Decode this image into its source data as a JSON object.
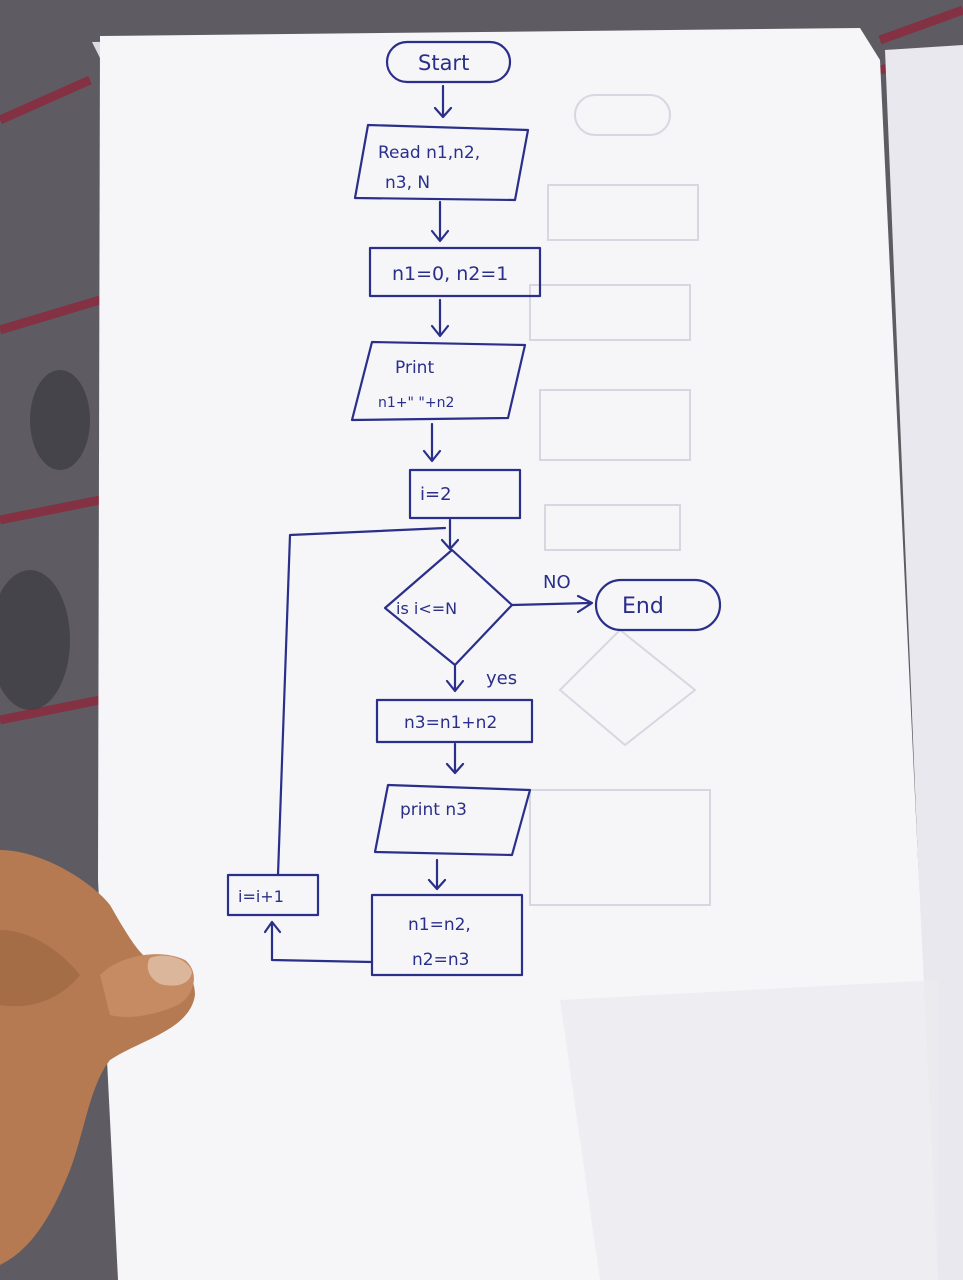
{
  "flowchart": {
    "start": "Start",
    "read": {
      "line1": "Read n1,n2,",
      "line2": "n3, N"
    },
    "init": "n1=0, n2=1",
    "print_initial": {
      "line1": "Print",
      "line2": "n1+\" \"+n2"
    },
    "set_i": "i=2",
    "decision": "is i<=N",
    "no_label": "NO",
    "end": "End",
    "yes_label": "yes",
    "sum": "n3=n1+n2",
    "print_n3": "print n3",
    "shift": {
      "line1": "n1=n2,",
      "line2": "n2=n3"
    },
    "increment": "i=i+1"
  },
  "colors": {
    "ink": "#2a2f8a",
    "paper": "#f7f7f9",
    "background": "#5a5a5e",
    "skin": "#b57a52"
  }
}
